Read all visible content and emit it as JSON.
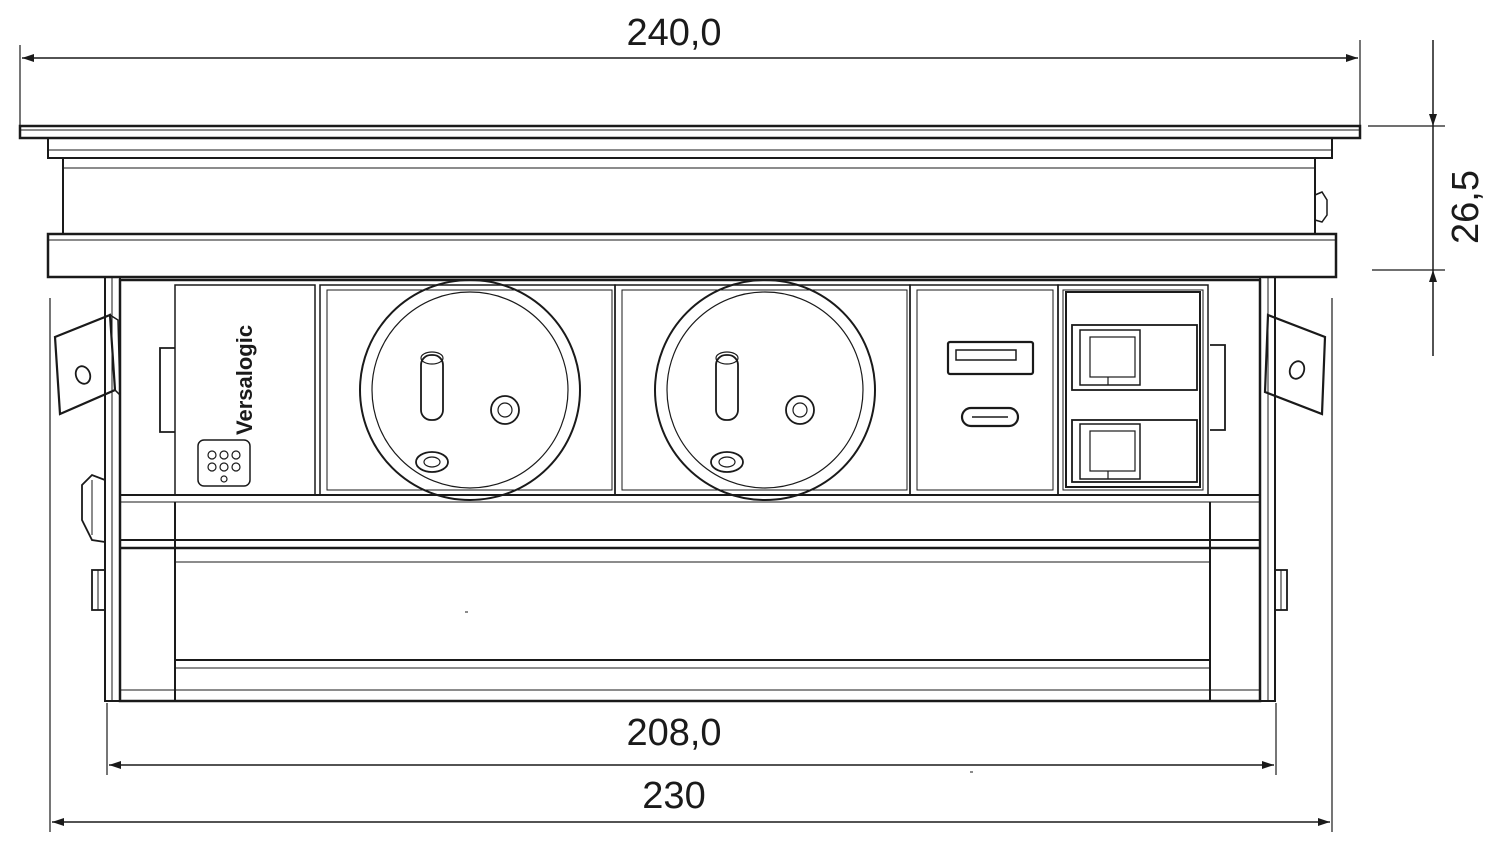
{
  "drawing": {
    "dimensions": {
      "overall_width": "240,0",
      "height": "26,5",
      "inner_width": "208,0",
      "body_width": "230"
    },
    "brand": "Versalogic",
    "colors": {
      "line": "#1a1a1a",
      "fill": "#ffffff"
    }
  }
}
